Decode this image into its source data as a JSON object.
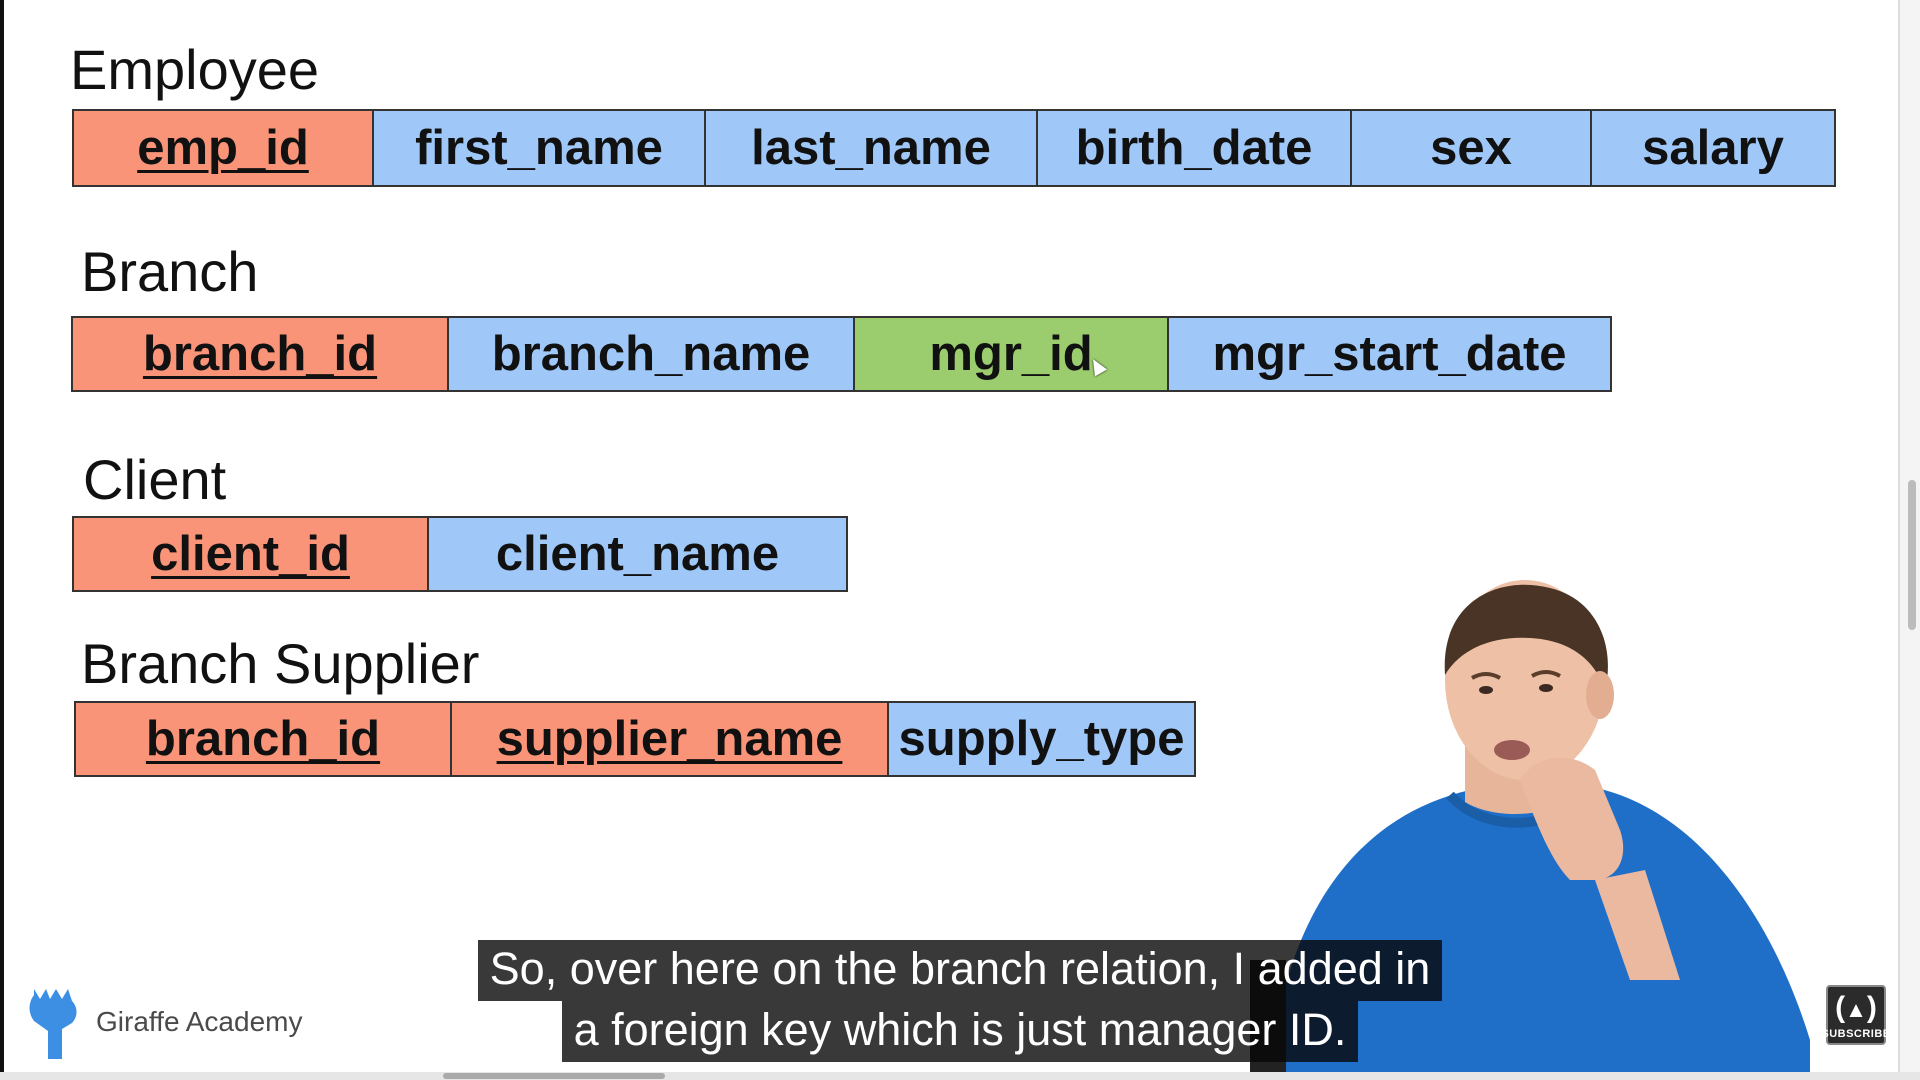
{
  "relations": [
    {
      "title": "Employee",
      "cells": [
        {
          "label": "emp_id",
          "kind": "primary_key"
        },
        {
          "label": "first_name",
          "kind": "attribute"
        },
        {
          "label": "last_name",
          "kind": "attribute"
        },
        {
          "label": "birth_date",
          "kind": "attribute"
        },
        {
          "label": "sex",
          "kind": "attribute"
        },
        {
          "label": "salary",
          "kind": "attribute"
        }
      ]
    },
    {
      "title": "Branch",
      "cells": [
        {
          "label": "branch_id",
          "kind": "primary_key"
        },
        {
          "label": "branch_name",
          "kind": "attribute"
        },
        {
          "label": "mgr_id",
          "kind": "foreign_key"
        },
        {
          "label": "mgr_start_date",
          "kind": "attribute"
        }
      ]
    },
    {
      "title": "Client",
      "cells": [
        {
          "label": "client_id",
          "kind": "primary_key"
        },
        {
          "label": "client_name",
          "kind": "attribute"
        }
      ]
    },
    {
      "title": "Branch Supplier",
      "cells": [
        {
          "label": "branch_id",
          "kind": "primary_key"
        },
        {
          "label": "supplier_name",
          "kind": "primary_key"
        },
        {
          "label": "supply_type",
          "kind": "attribute"
        }
      ]
    }
  ],
  "colors": {
    "primary_key": "#fa9478",
    "attribute": "#9fc7f7",
    "foreign_key": "#9bcc6d"
  },
  "logo": {
    "text": "Giraffe Academy",
    "icon": "giraffe-icon"
  },
  "captions": [
    "So, over here on the branch relation, I added in",
    "a foreign key which is just manager ID."
  ],
  "subscribe": {
    "label": "SUBSCRIBE",
    "glyph": "(🔥)",
    "icon": "freecodecamp-icon"
  }
}
